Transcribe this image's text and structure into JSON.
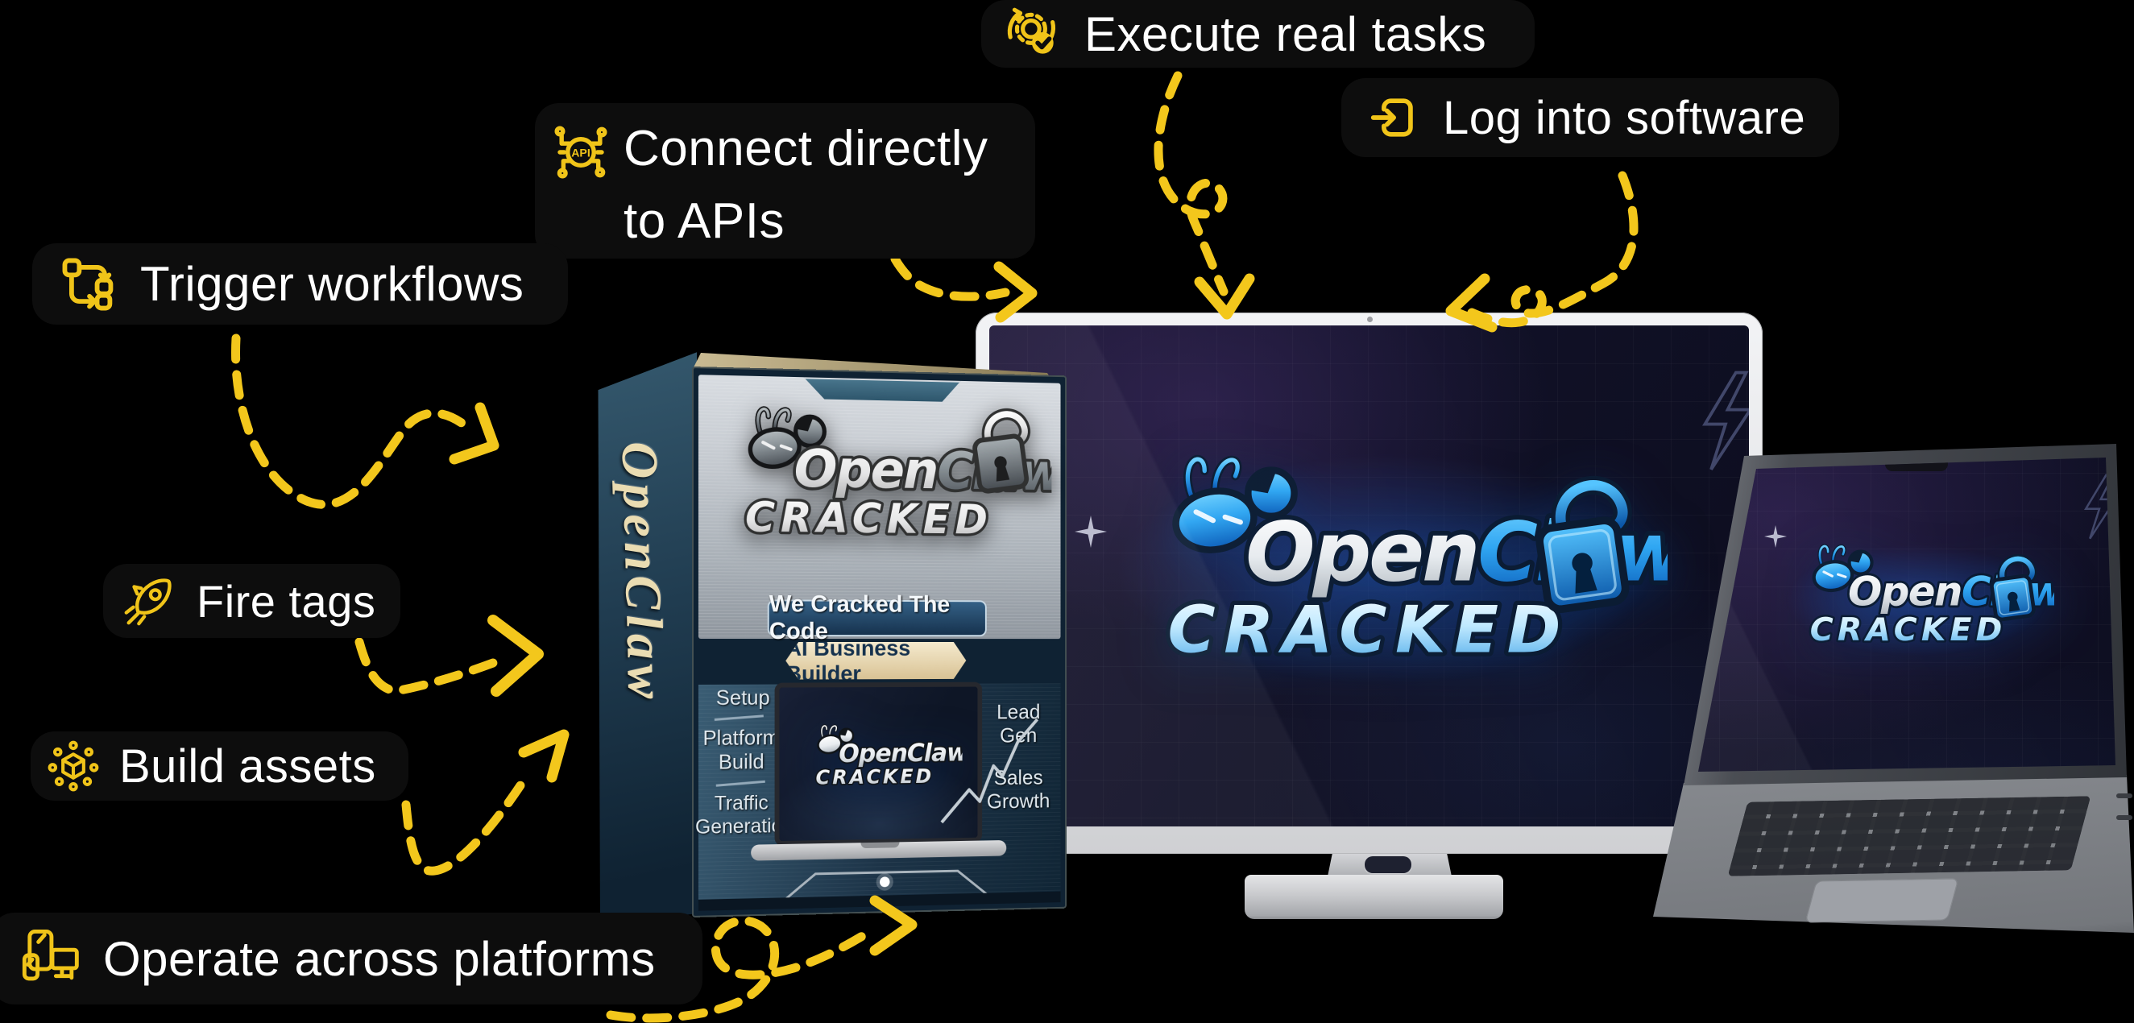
{
  "colors": {
    "accent_yellow": "#F0C419",
    "pill_bg": "#0D0D0D",
    "pill_text": "#FFFFFF",
    "logo_blue": "#2FA6F2",
    "screen_navy": "#12122A"
  },
  "icons": {
    "api_label": "API"
  },
  "logo": {
    "open": "Open",
    "claw": "Claw",
    "cracked": "CRACKED"
  },
  "callouts": [
    {
      "id": "execute-real-tasks",
      "icon": "gear-sync-check-icon",
      "label": "Execute real tasks"
    },
    {
      "id": "log-into-software",
      "icon": "login-icon",
      "label": "Log into software"
    },
    {
      "id": "connect-apis",
      "icon": "api-icon",
      "label": "Connect directly to APIs",
      "lines": [
        "Connect directly",
        "to APIs"
      ]
    },
    {
      "id": "trigger-workflows",
      "icon": "workflow-icon",
      "label": "Trigger workflows"
    },
    {
      "id": "fire-tags",
      "icon": "rocket-icon",
      "label": "Fire tags"
    },
    {
      "id": "build-assets",
      "icon": "cube-network-icon",
      "label": "Build assets"
    },
    {
      "id": "operate-across-platforms",
      "icon": "devices-icon",
      "label": "Operate across platforms"
    }
  ],
  "box": {
    "spine_text": "OpenClaw",
    "tagline_primary": "We Cracked The Code",
    "tagline_secondary": "AI Business Builder",
    "features_left": [
      "Setup",
      "Platform Build",
      "Traffic Generation"
    ],
    "features_right": [
      "Lead Gen",
      "Sales Growth"
    ]
  }
}
